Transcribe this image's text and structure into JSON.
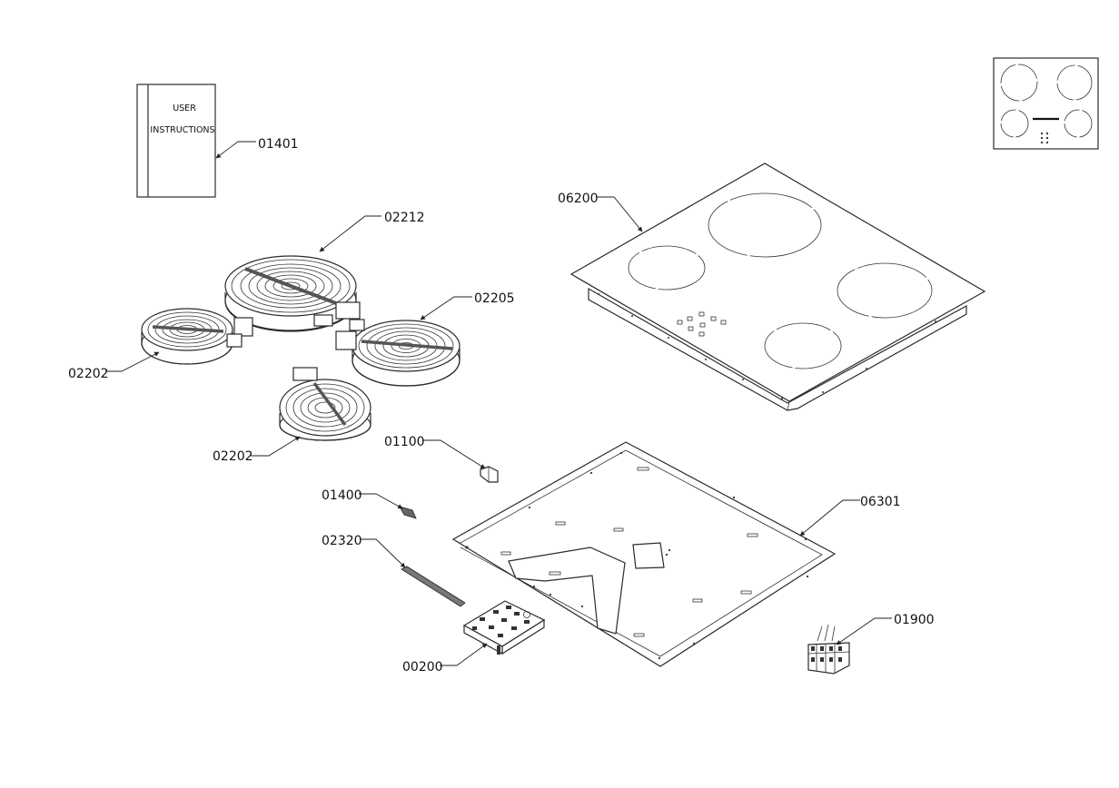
{
  "book": {
    "line1": "USER",
    "line2": "INSTRUCTIONS"
  },
  "labels": {
    "p01401": "01401",
    "p02212": "02212",
    "p02205": "02205",
    "p02202a": "02202",
    "p02202b": "02202",
    "p06200": "06200",
    "p01100": "01100",
    "p01400": "01400",
    "p06301": "06301",
    "p02320": "02320",
    "p00200": "00200",
    "p01900": "01900"
  }
}
